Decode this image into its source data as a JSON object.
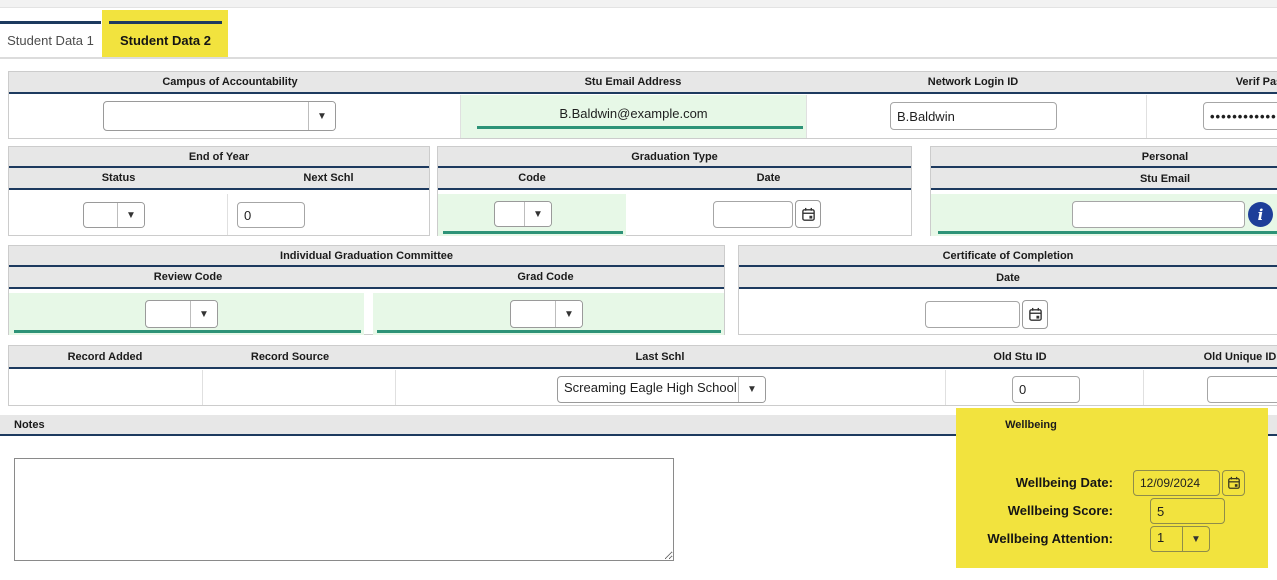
{
  "tabs": {
    "tab1": "Student Data 1",
    "tab2": "Student Data 2"
  },
  "row1": {
    "campus_label": "Campus of Accountability",
    "campus_value": "",
    "stu_email_label": "Stu Email Address",
    "stu_email_value": "B.Baldwin@example.com",
    "network_login_label": "Network Login ID",
    "network_login_value": "B.Baldwin",
    "verif_pass_label": "Verif Pass",
    "verif_pass_value": "••••••••••••"
  },
  "end_of_year": {
    "title": "End of Year",
    "status_label": "Status",
    "status_value": "",
    "next_schl_label": "Next Schl",
    "next_schl_value": "0"
  },
  "graduation_type": {
    "title": "Graduation Type",
    "code_label": "Code",
    "code_value": "",
    "date_label": "Date",
    "date_value": ""
  },
  "personal": {
    "title": "Personal",
    "stu_email_label": "Stu Email",
    "stu_email_value": ""
  },
  "igc": {
    "title": "Individual Graduation Committee",
    "review_code_label": "Review Code",
    "review_code_value": "",
    "grad_code_label": "Grad Code",
    "grad_code_value": ""
  },
  "certificate": {
    "title": "Certificate of Completion",
    "date_label": "Date",
    "date_value": ""
  },
  "record": {
    "record_added_label": "Record Added",
    "record_source_label": "Record Source",
    "last_schl_label": "Last Schl",
    "last_schl_value": "Screaming Eagle High School",
    "old_stu_id_label": "Old Stu ID",
    "old_stu_id_value": "0",
    "old_unique_id_label": "Old Unique ID",
    "old_unique_id_value": ""
  },
  "notes": {
    "label": "Notes",
    "value": ""
  },
  "wellbeing": {
    "title": "Wellbeing",
    "date_label": "Wellbeing Date:",
    "date_value": "12/09/2024",
    "score_label": "Wellbeing Score:",
    "score_value": "5",
    "attention_label": "Wellbeing Attention:",
    "attention_value": "1"
  },
  "colors": {
    "navy": "#1d3a5f",
    "header_gray": "#e7e7e7",
    "green_bg": "#e7f8e7",
    "teal_underline": "#2d9377",
    "highlight_yellow": "#f2e33e",
    "info_blue": "#1d3e99"
  }
}
